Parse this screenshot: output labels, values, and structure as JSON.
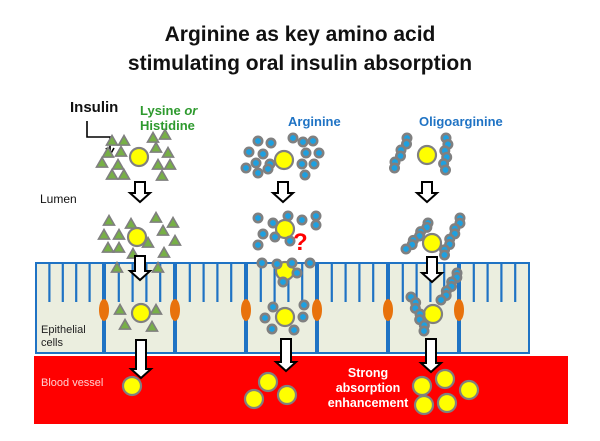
{
  "title": {
    "line1": "Arginine as key amino acid",
    "line2": "stimulating oral insulin absorption"
  },
  "labels": {
    "insulin": "Insulin",
    "lysine_line1": "Lysine",
    "lysine_or": "or",
    "lysine_line2": "Histidine",
    "arginine": "Arginine",
    "oligoarginine": "Oligoarginine",
    "lumen": "Lumen",
    "epithelial_line1": "Epithelial",
    "epithelial_line2": "cells",
    "blood_vessel": "Blood vessel",
    "question_mark": "?",
    "strong_line1": "Strong",
    "strong_line2": "absorption",
    "strong_line3": "enhancement"
  },
  "colors": {
    "insulin_fill": "#ffff00",
    "insulin_stroke": "#808080",
    "triangle_fill": "#77b046",
    "triangle_stroke": "#7f7f7f",
    "arginine_fill": "#1ea0e0",
    "arginine_stroke": "#808080",
    "cell_fill": "#ebeedf",
    "cell_stroke": "#1f73c4",
    "junction": "#e8720c",
    "blood": "#ff0000",
    "lysine_text": "#2e9a2e",
    "arginine_text": "#1f73c4",
    "question": "#ff0000"
  },
  "columns": [
    {
      "name": "lysine-histidine",
      "blood_insulin_count": 1
    },
    {
      "name": "arginine",
      "blood_insulin_count": 3
    },
    {
      "name": "oligoarginine",
      "blood_insulin_count": 5
    }
  ]
}
